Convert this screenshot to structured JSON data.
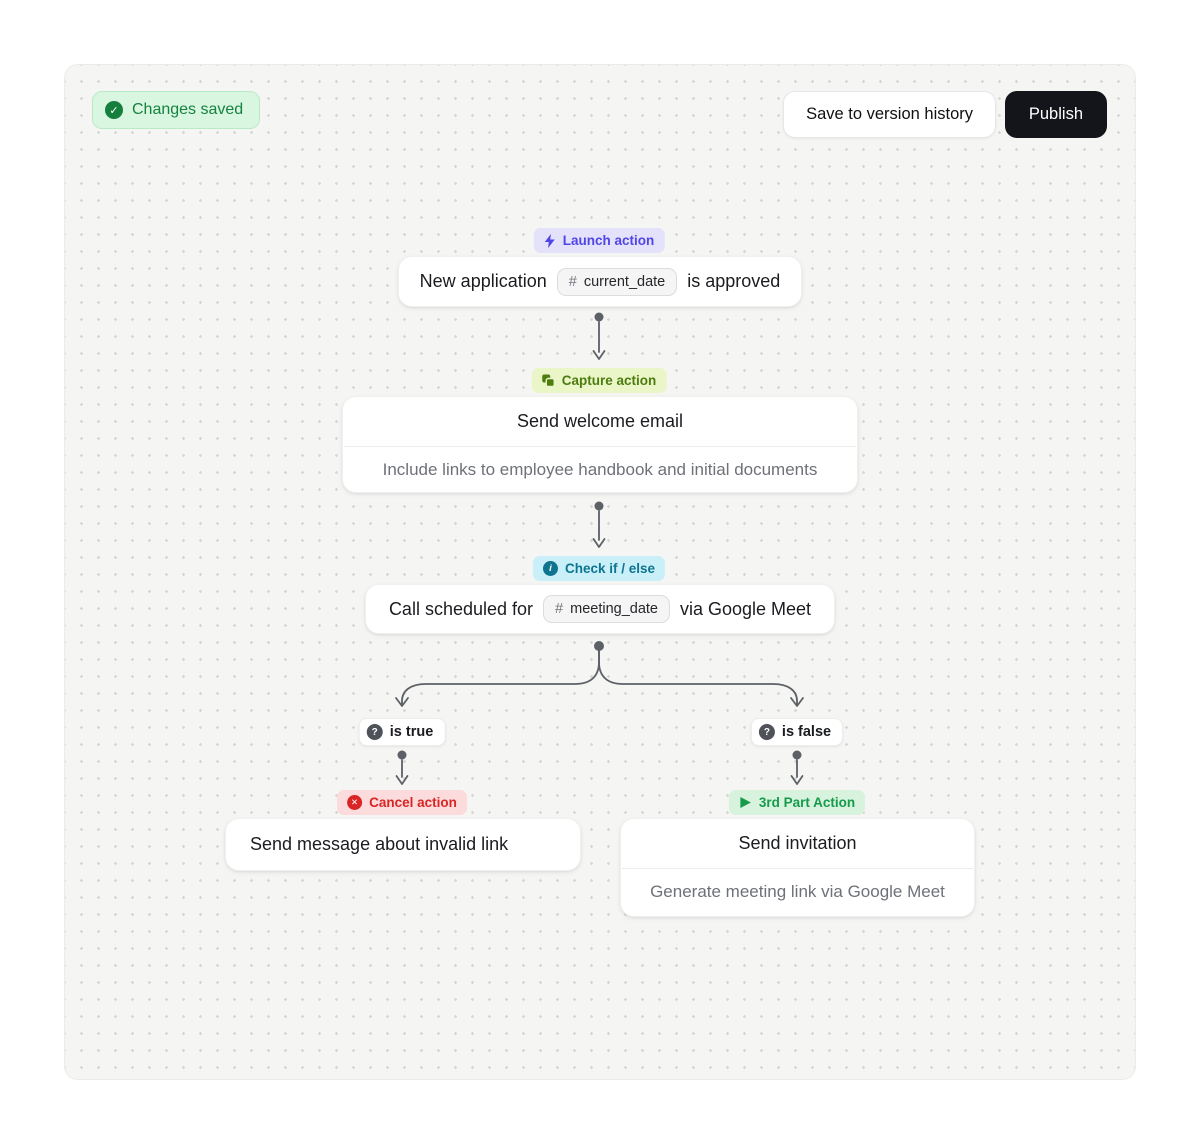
{
  "toolbar": {
    "status_label": "Changes saved",
    "save_label": "Save to version history",
    "publish_label": "Publish"
  },
  "icons": {
    "check": "✓",
    "question": "?",
    "info": "i",
    "close": "✕",
    "hash": "#"
  },
  "flow": {
    "launch": {
      "badge": "Launch action",
      "text_pre": "New application",
      "variable": "current_date",
      "text_post": "is approved"
    },
    "capture": {
      "badge": "Capture action",
      "title": "Send welcome email",
      "subtitle": "Include links to employee handbook and initial documents"
    },
    "condition": {
      "badge": "Check if / else",
      "text_pre": "Call scheduled for",
      "variable": "meeting_date",
      "text_post": "via Google Meet"
    },
    "branch_true": {
      "label": "is true",
      "badge": "Cancel action",
      "title": "Send message about invalid link"
    },
    "branch_false": {
      "label": "is false",
      "badge": "3rd Part Action",
      "title": "Send invitation",
      "subtitle": "Generate meeting link via Google Meet"
    }
  },
  "colors": {
    "canvas_bg": "#f5f5f3",
    "dot": "#d5d5d2",
    "publish_bg": "#14151a",
    "saved_green": "#157f3d",
    "launch_purple": "#4f46e5",
    "capture_green": "#4d7c0f",
    "check_teal": "#0e7490",
    "cancel_red": "#d92525",
    "third_green": "#179a4b",
    "wire_gray": "#5d6167"
  }
}
